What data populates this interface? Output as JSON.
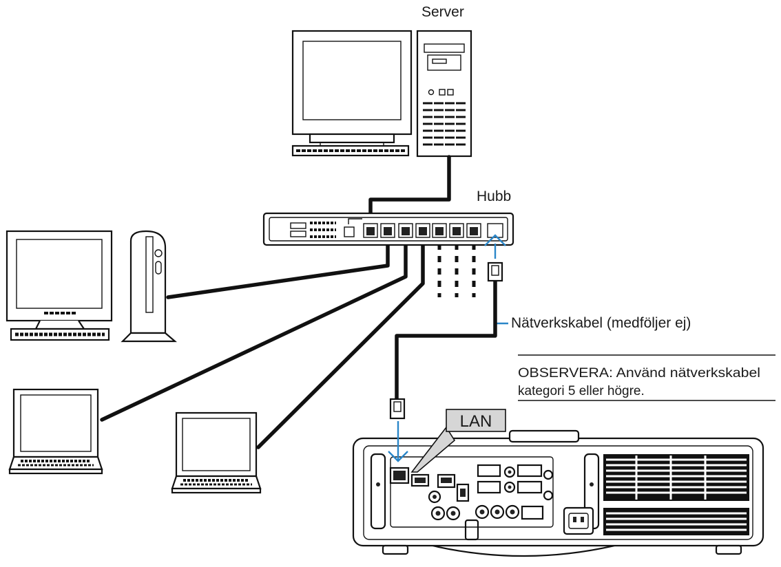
{
  "labels": {
    "server": "Server",
    "hub": "Hubb",
    "cable": "Nätverkskabel (medföljer ej)",
    "lan": "LAN"
  },
  "note": {
    "line1": "OBSERVERA: Använd nätverkskabel",
    "line2": "kategori 5 eller högre."
  },
  "colors": {
    "line": "#111111",
    "accent_blue": "#2a86c8",
    "label_fill": "#d6d6d6"
  }
}
